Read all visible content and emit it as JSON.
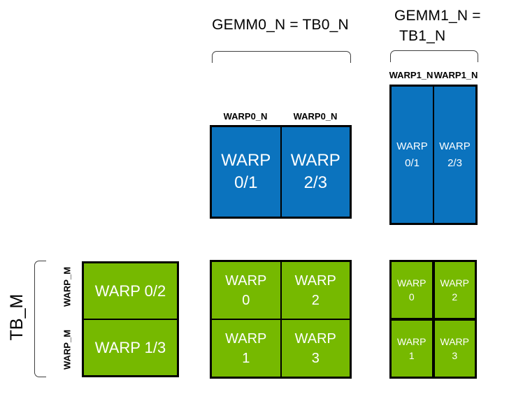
{
  "diagram": {
    "headers": {
      "gemm0": "GEMM0_N = TB0_N",
      "gemm1_line1": "GEMM1_N =",
      "gemm1_line2": "TB1_N"
    },
    "side_labels": {
      "tb_m": "TB_M",
      "warp_m_top": "WARP_M",
      "warp_m_bottom": "WARP_M"
    },
    "column_labels": {
      "warp0_n_left": "WARP0_N",
      "warp0_n_right": "WARP0_N",
      "warp1_n_left": "WARP1_N",
      "warp1_n_right": "WARP1_N"
    },
    "gemm0_warp_tiles": {
      "cells": [
        {
          "line1": "WARP",
          "line2": "0/1"
        },
        {
          "line1": "WARP",
          "line2": "2/3"
        }
      ]
    },
    "gemm1_warp_tiles": {
      "cells": [
        {
          "line1": "WARP",
          "line2": "0/1"
        },
        {
          "line1": "WARP",
          "line2": "2/3"
        }
      ]
    },
    "tb_m_warp_rows": {
      "cells": [
        {
          "label": "WARP 0/2"
        },
        {
          "label": "WARP 1/3"
        }
      ]
    },
    "gemm0_accumulators": {
      "cells": [
        {
          "line1": "WARP",
          "line2": "0"
        },
        {
          "line1": "WARP",
          "line2": "2"
        },
        {
          "line1": "WARP",
          "line2": "1"
        },
        {
          "line1": "WARP",
          "line2": "3"
        }
      ]
    },
    "gemm1_accumulators": {
      "cells": [
        {
          "line1": "WARP",
          "line2": "0"
        },
        {
          "line1": "WARP",
          "line2": "2"
        },
        {
          "line1": "WARP",
          "line2": "1"
        },
        {
          "line1": "WARP",
          "line2": "3"
        }
      ]
    },
    "colors": {
      "warp_tile_blue": "#0B73BE",
      "accumulator_green": "#76B900",
      "outline_black": "#000000",
      "bracket_gray": "#3F3F3F",
      "cell_text_white": "#FFFFFF"
    }
  }
}
